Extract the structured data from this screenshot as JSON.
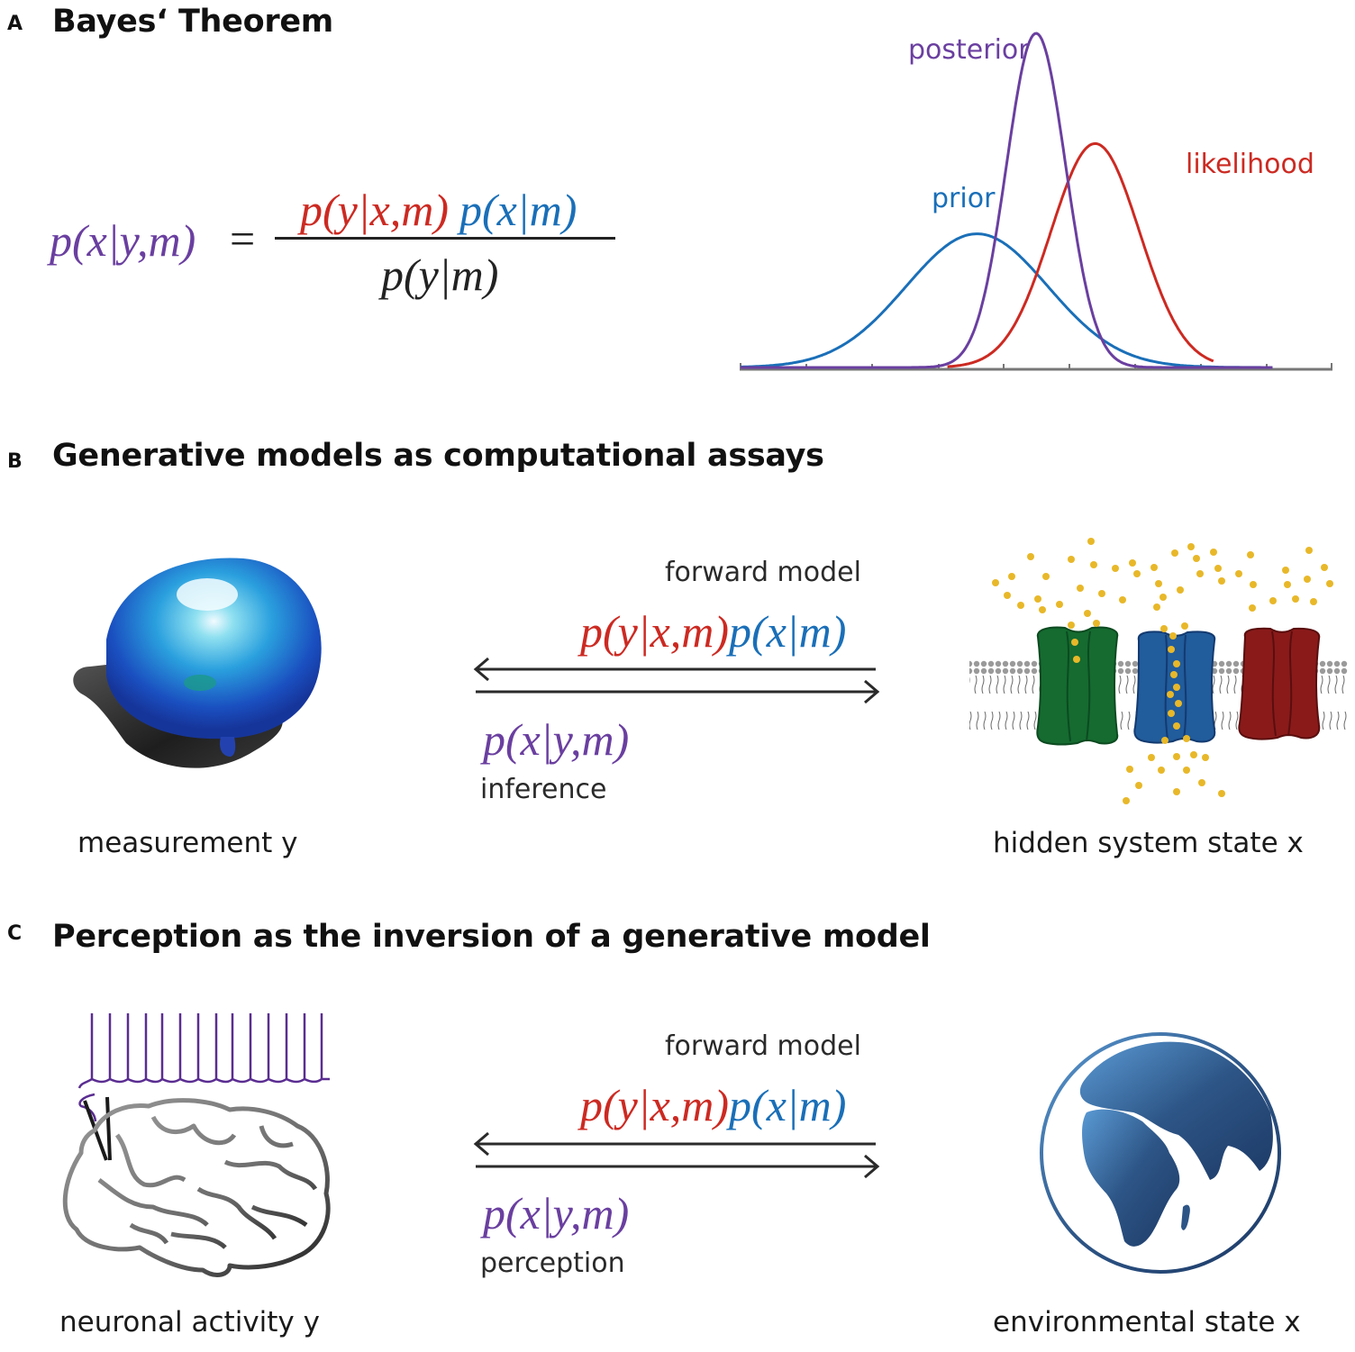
{
  "colors": {
    "posterior": "#6a3fa0",
    "likelihood": "#cc2a22",
    "prior": "#1a6fb8",
    "evidence": "#222222",
    "axis": "#777777",
    "arrow": "#2a2a2a",
    "dots": "#e8b829",
    "channel_green": "#156b30",
    "channel_blue": "#215c9c",
    "channel_red": "#8a1a1a",
    "globe": "#2d5586",
    "spikes": "#5a2d91"
  },
  "panel_a": {
    "letter": "A",
    "title": "Bayes‘ Theorem",
    "equation": {
      "lhs": "p(x|y,m)",
      "equals": "=",
      "numerator_likelihood": "p(y|x,m)",
      "numerator_prior": "p(x|m)",
      "denominator": "p(y|m)"
    },
    "curve_labels": {
      "posterior": "posterior",
      "prior": "prior",
      "likelihood": "likelihood"
    }
  },
  "panel_b": {
    "letter": "B",
    "title": "Generative models as computational assays",
    "forward_label": "forward model",
    "forward_likelihood": "p(y|x,m)",
    "forward_prior": "p(x|m)",
    "inverse_expr": "p(x|y,m)",
    "inverse_label": "inference",
    "left_caption": "measurement y",
    "right_caption": "hidden system state x"
  },
  "panel_c": {
    "letter": "C",
    "title": "Perception as the inversion of a generative model",
    "forward_label": "forward model",
    "forward_likelihood": "p(y|x,m)",
    "forward_prior": "p(x|m)",
    "inverse_expr": "p(x|y,m)",
    "inverse_label": "perception",
    "left_caption": "neuronal activity y",
    "right_caption": "environmental state x"
  },
  "icons": {
    "panel_b_left": "eeg-head-topography-icon",
    "panel_b_right": "ion-channel-membrane-icon",
    "panel_c_left": "brain-electrode-spikes-icon",
    "panel_c_right": "globe-icon"
  },
  "chart_data": {
    "type": "line",
    "title": "",
    "xlabel": "",
    "ylabel": "",
    "x_ticks": 11,
    "x_range": [
      0,
      10
    ],
    "y_range": [
      0,
      1
    ],
    "grid": false,
    "legend": "inline labels",
    "series": [
      {
        "name": "prior",
        "color": "#1a6fb8",
        "mean": 4.0,
        "sd": 1.2,
        "peak": 0.4
      },
      {
        "name": "posterior",
        "color": "#6a3fa0",
        "mean": 5.0,
        "sd": 0.5,
        "peak": 1.0
      },
      {
        "name": "likelihood",
        "color": "#cc2a22",
        "mean": 6.0,
        "sd": 0.75,
        "peak": 0.67
      }
    ]
  }
}
